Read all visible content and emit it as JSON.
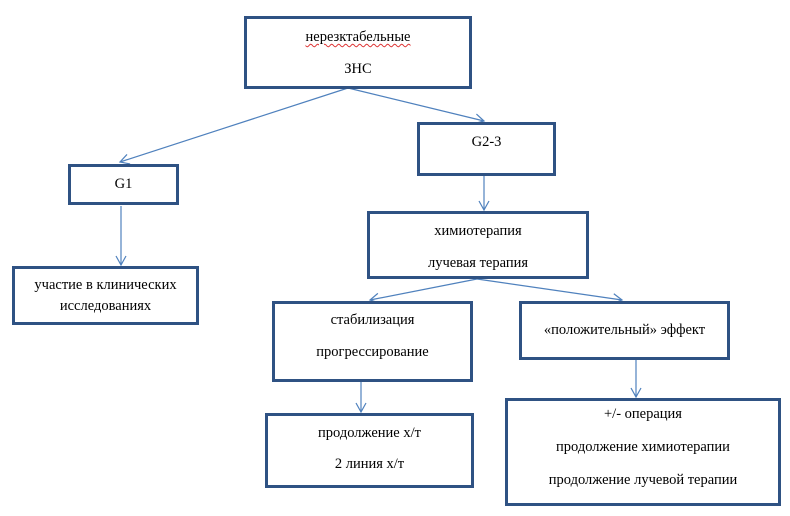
{
  "diagram": {
    "type": "flowchart",
    "line_color": "#4f81bd",
    "border_color": "#2f5283",
    "nodes": {
      "root": {
        "lines": [
          "нерезктабельные",
          "ЗНС"
        ]
      },
      "g1": {
        "lines": [
          "G1"
        ]
      },
      "g23": {
        "lines": [
          "G2-3"
        ]
      },
      "clinical": {
        "lines": [
          "участие в клинических",
          "исследованиях"
        ]
      },
      "therapy": {
        "lines": [
          "химиотерапия",
          "лучевая терапия"
        ]
      },
      "stabilization": {
        "lines": [
          "стабилизация",
          "прогрессирование"
        ]
      },
      "positive": {
        "lines": [
          "«положительный» эффект"
        ]
      },
      "continue_chemo": {
        "lines": [
          "продолжение  х/т",
          "2 линия х/т"
        ]
      },
      "surgery": {
        "lines": [
          "+/- операция",
          "продолжение  химиотерапии",
          "продолжение  лучевой терапии"
        ]
      }
    },
    "edges": [
      {
        "from": "root",
        "to": "g1"
      },
      {
        "from": "root",
        "to": "g23"
      },
      {
        "from": "g1",
        "to": "clinical"
      },
      {
        "from": "g23",
        "to": "therapy"
      },
      {
        "from": "therapy",
        "to": "stabilization"
      },
      {
        "from": "therapy",
        "to": "positive"
      },
      {
        "from": "stabilization",
        "to": "continue_chemo"
      },
      {
        "from": "positive",
        "to": "surgery"
      }
    ]
  }
}
